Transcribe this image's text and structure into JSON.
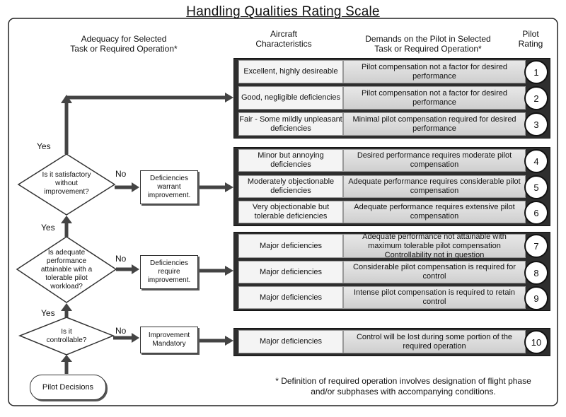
{
  "title": "Handling Qualities Rating Scale",
  "headers": {
    "adequacy": "Adequacy for Selected\nTask or Required  Operation*",
    "aircraft": "Aircraft\nCharacteristics",
    "demands": "Demands on the Pilot in Selected\nTask or Required Operation*",
    "rating": "Pilot\nRating"
  },
  "groups": [
    {
      "rows": [
        {
          "characteristics": "Excellent, highly desireable",
          "demands": "Pilot compensation not a factor for desired performance",
          "rating": "1"
        },
        {
          "characteristics": "Good, negligible deficiencies",
          "demands": "Pilot compensation not a factor for desired performance",
          "rating": "2"
        },
        {
          "characteristics": "Fair - Some mildly unpleasant deficiencies",
          "demands": "Minimal pilot compensation required for desired performance",
          "rating": "3"
        }
      ]
    },
    {
      "rows": [
        {
          "characteristics": "Minor but annoying deficiencies",
          "demands": "Desired performance requires moderate pilot compensation",
          "rating": "4"
        },
        {
          "characteristics": "Moderately objectionable deficiencies",
          "demands": "Adequate performance requires considerable pilot compensation",
          "rating": "5"
        },
        {
          "characteristics": "Very objectionable but tolerable deficiencies",
          "demands": "Adequate performance requires extensive pilot compensation",
          "rating": "6"
        }
      ]
    },
    {
      "rows": [
        {
          "characteristics": "Major deficiencies",
          "demands": "Adequate performance not attainable with maximum tolerable pilot compensation Controllability not in question",
          "rating": "7"
        },
        {
          "characteristics": "Major deficiencies",
          "demands": "Considerable pilot compensation is required for control",
          "rating": "8"
        },
        {
          "characteristics": "Major deficiencies",
          "demands": "Intense pilot compensation is required to retain control",
          "rating": "9"
        }
      ]
    },
    {
      "rows": [
        {
          "characteristics": "Major deficiencies",
          "demands": "Control will be lost during some portion of the required operation",
          "rating": "10"
        }
      ]
    }
  ],
  "flow": {
    "decision_1": "Is it satisfactory\nwithout\nimprovement?",
    "decision_2": "Is adequate\nperformance\nattainable with a\ntolerable pilot\nworkload?",
    "decision_3": "Is it\ncontrollable?",
    "box_1": "Deficiencies\nwarrant\nimprovement.",
    "box_2": "Deficiencies\nrequire\nimprovement.",
    "box_3": "Improvement\nMandatory",
    "yes": "Yes",
    "no": "No",
    "start": "Pilot Decisions"
  },
  "footnote": "* Definition of required operation involves designation of flight phase\nand/or subphases with accompanying conditions."
}
